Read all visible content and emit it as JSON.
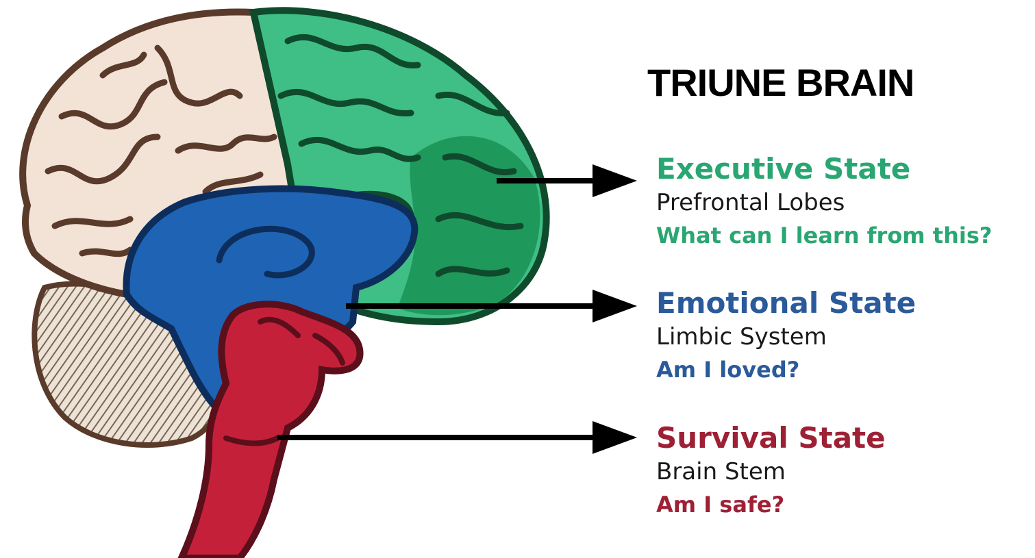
{
  "title": "TRIUNE BRAIN",
  "colors": {
    "cortex": "#f2e3d6",
    "cortex_outline": "#5a3a2a",
    "prefrontal": "#3fbf85",
    "prefrontal_dark": "#1c9457",
    "limbic": "#1f63b5",
    "brainstem": "#c5203a",
    "cerebellum": "#9a8a78",
    "arrow": "#000000"
  },
  "states": [
    {
      "name": "Executive State",
      "region": "Prefrontal Lobes",
      "question": "What can I learn from this?",
      "color": "#2aa672"
    },
    {
      "name": "Emotional State",
      "region": "Limbic System",
      "question": "Am I loved?",
      "color": "#2a5a9a"
    },
    {
      "name": "Survival State",
      "region": "Brain Stem",
      "question": "Am I safe?",
      "color": "#9e2035"
    }
  ]
}
